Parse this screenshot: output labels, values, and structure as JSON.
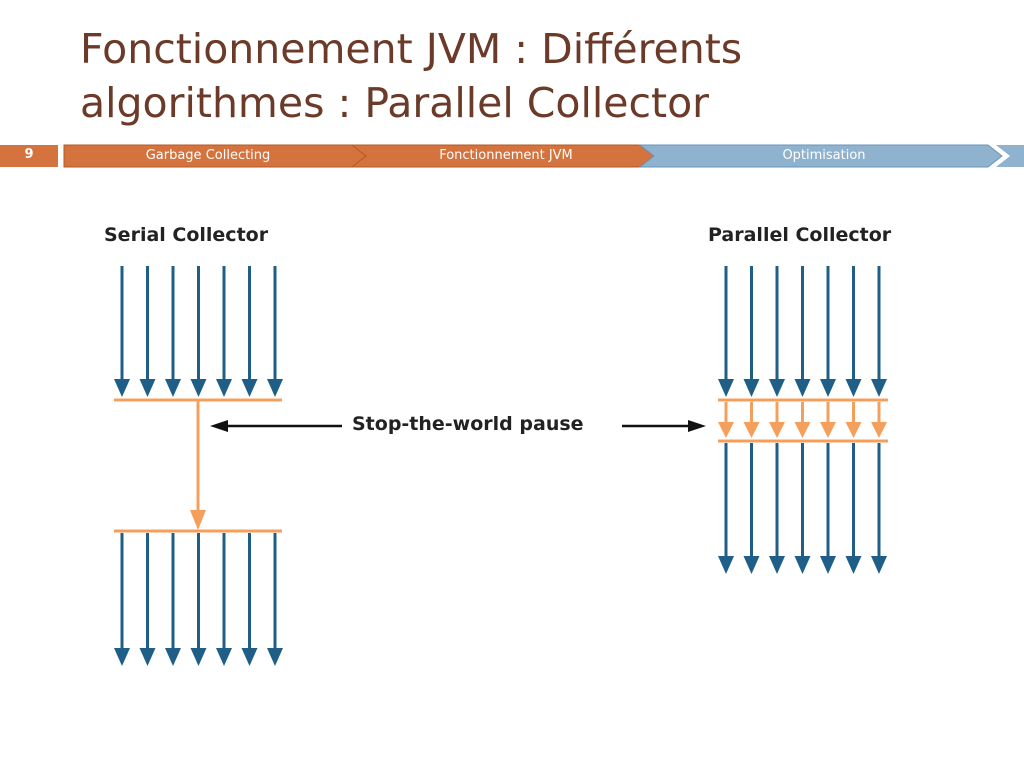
{
  "slide": {
    "title_line1": "Fonctionnement JVM : Différents",
    "title_line2": "algorithmes : Parallel Collector",
    "page_number": "9"
  },
  "nav": {
    "items": [
      {
        "label": "Garbage Collecting"
      },
      {
        "label": "Fonctionnement JVM"
      },
      {
        "label": "Optimisation"
      }
    ]
  },
  "diagram": {
    "serial_label": "Serial Collector",
    "parallel_label": "Parallel Collector",
    "pause_label": "Stop-the-world pause",
    "thread_count": 7
  },
  "colors": {
    "title": "#6b3a28",
    "nav_active": "#d4733d",
    "nav_inactive": "#8fb2cf",
    "thread": "#1f5f87",
    "gc": "#f4a05c"
  }
}
